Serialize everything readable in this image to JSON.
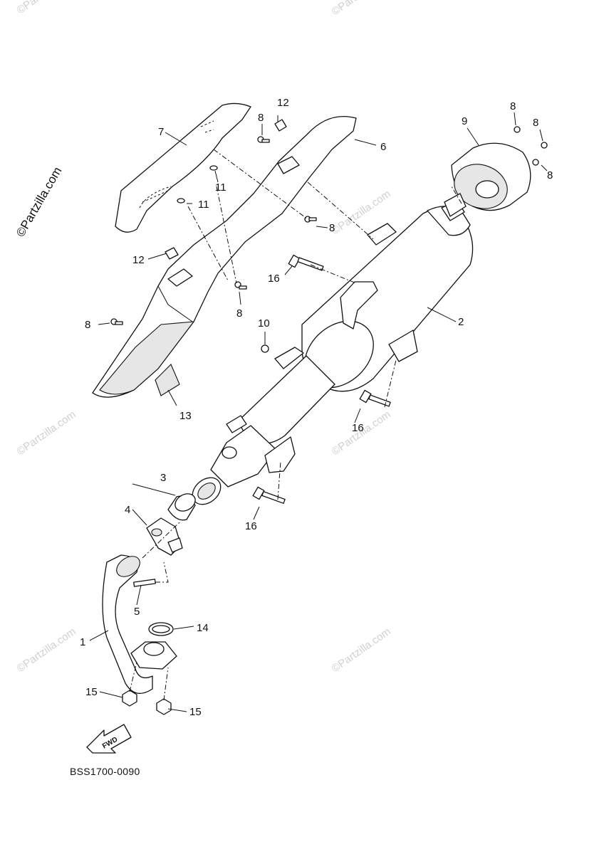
{
  "diagram_code": "BSS1700-0090",
  "watermark_main": "©Partzilla.com",
  "watermark_faint": "©Partzilla.com",
  "fwd_label": "FWD",
  "callouts": {
    "c1": "1",
    "c2": "2",
    "c3": "3",
    "c4": "4",
    "c5": "5",
    "c6": "6",
    "c7": "7",
    "c8": "8",
    "c9": "9",
    "c10": "10",
    "c11": "11",
    "c12": "12",
    "c13": "13",
    "c14": "14",
    "c15": "15",
    "c16": "16"
  },
  "colors": {
    "line": "#111111",
    "watermark": "#d0d0d0",
    "background": "#ffffff"
  }
}
